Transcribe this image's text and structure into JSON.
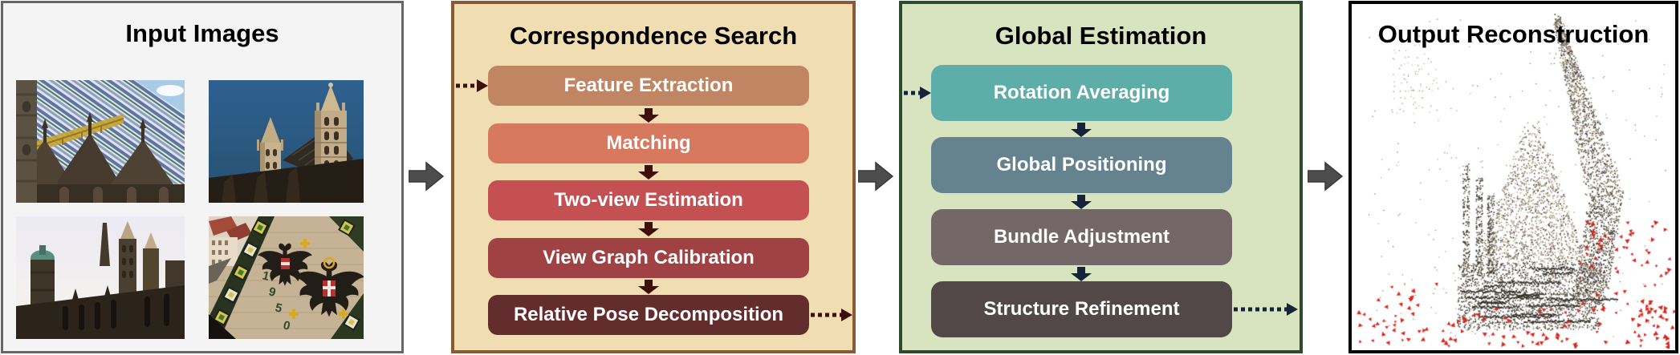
{
  "flow": {
    "arrow_color": "#4d4d4d",
    "arrow_stroke": "#383838"
  },
  "panels": {
    "input": {
      "title": "Input Images",
      "bg": "#f4f4f4",
      "border": "#666666",
      "photos": [
        {
          "alt": "cathedral-tiled-roof-and-gothic-gables"
        },
        {
          "alt": "cathedral-towers-against-blue-sky"
        },
        {
          "alt": "cathedral-exterior-low-angle-pale-sky"
        },
        {
          "alt": "mosaic-roof-with-black-eagles",
          "digits": [
            "1",
            "9",
            "5",
            "0"
          ]
        }
      ]
    },
    "correspondence": {
      "title": "Correspondence Search",
      "bg": "#f0ddb2",
      "border": "#8a5a35",
      "accent": "#3d100c",
      "steps": [
        {
          "label": "Feature Extraction",
          "color": "#c08663"
        },
        {
          "label": "Matching",
          "color": "#d6795f"
        },
        {
          "label": "Two-view Estimation",
          "color": "#c55051"
        },
        {
          "label": "View Graph Calibration",
          "color": "#a04243"
        },
        {
          "label": "Relative Pose Decomposition",
          "color": "#632d2d"
        }
      ]
    },
    "global": {
      "title": "Global Estimation",
      "bg": "#d8e3c0",
      "border": "#2d4a2f",
      "accent": "#15233b",
      "steps": [
        {
          "label": "Rotation Averaging",
          "color": "#5dada9"
        },
        {
          "label": "Global Positioning",
          "color": "#65838f"
        },
        {
          "label": "Bundle Adjustment",
          "color": "#746768"
        },
        {
          "label": "Structure Refinement",
          "color": "#524848"
        }
      ]
    },
    "output": {
      "title": "Output Reconstruction",
      "bg": "#ffffff",
      "border": "#000000",
      "point_cloud": {
        "structure_palette": [
          "#3b352c",
          "#554c3f",
          "#6e6355",
          "#8a7c68",
          "#a59780",
          "#b9ac94",
          "#4a4338",
          "#2a2620",
          "#7d7260",
          "#968872",
          "#5a6a78",
          "#8a6a3a"
        ],
        "camera_color": "#d8281e"
      }
    }
  }
}
